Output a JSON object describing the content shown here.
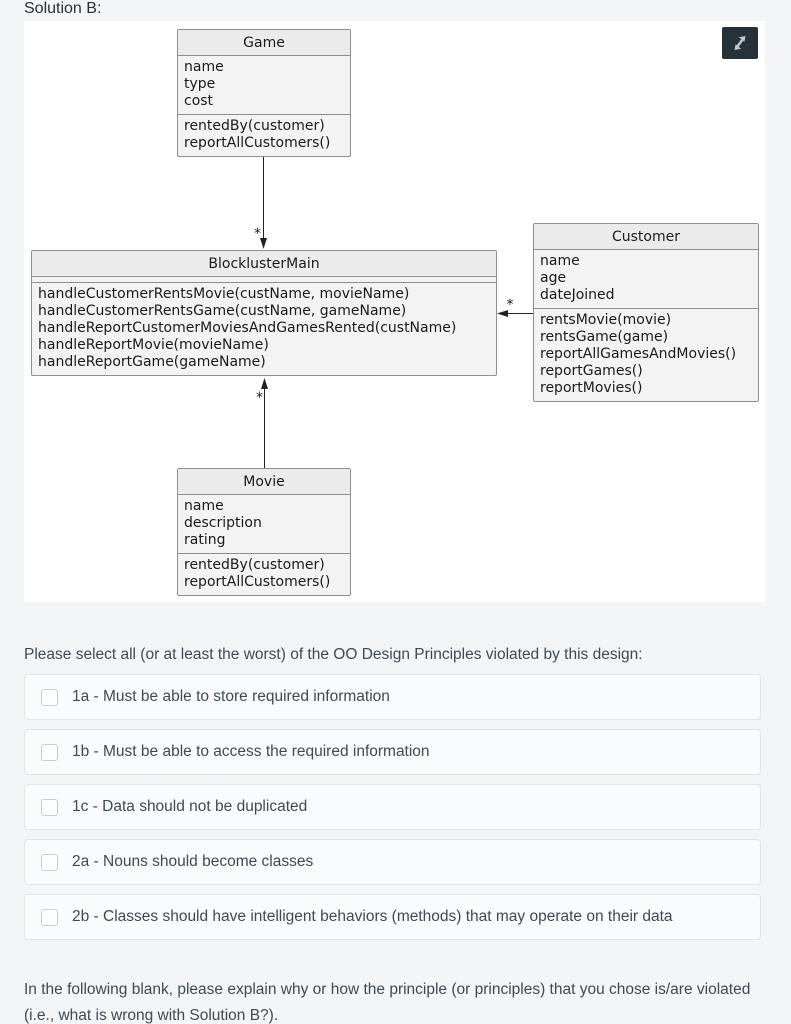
{
  "page": {
    "title": "Solution B:"
  },
  "diagram": {
    "expand_button": "expand-diagram",
    "classes": [
      {
        "name": "Game",
        "attributes": [
          "name",
          "type",
          "cost"
        ],
        "methods": [
          "rentedBy(customer)",
          "reportAllCustomers()"
        ]
      },
      {
        "name": "BlocklusterMain",
        "attributes": [],
        "methods": [
          "handleCustomerRentsMovie(custName, movieName)",
          "handleCustomerRentsGame(custName, gameName)",
          "handleReportCustomerMoviesAndGamesRented(custName)",
          "handleReportMovie(movieName)",
          "handleReportGame(gameName)"
        ]
      },
      {
        "name": "Customer",
        "attributes": [
          "name",
          "age",
          "dateJoined"
        ],
        "methods": [
          "rentsMovie(movie)",
          "rentsGame(game)",
          "reportAllGamesAndMovies()",
          "reportGames()",
          "reportMovies()"
        ]
      },
      {
        "name": "Movie",
        "attributes": [
          "name",
          "description",
          "rating"
        ],
        "methods": [
          "rentedBy(customer)",
          "reportAllCustomers()"
        ]
      }
    ],
    "associations": [
      {
        "from": "Game",
        "to": "BlocklusterMain",
        "multiplicity": "*"
      },
      {
        "from": "Customer",
        "to": "BlocklusterMain",
        "multiplicity": "*"
      },
      {
        "from": "Movie",
        "to": "BlocklusterMain",
        "multiplicity": "*"
      }
    ],
    "colors": {
      "expand_button_bg": "#263238",
      "box_fill": "#f3f3f3",
      "box_header_fill": "#ebebeb",
      "box_border": "#8f8f8f"
    }
  },
  "question": {
    "prompt": "Please select all (or at least the worst) of the OO Design Principles violated by this design:",
    "options": [
      {
        "label": "1a - Must be able to store required information",
        "checked": false
      },
      {
        "label": "1b - Must be able to access the required information",
        "checked": false
      },
      {
        "label": "1c - Data should not be duplicated",
        "checked": false
      },
      {
        "label": "2a - Nouns should become classes",
        "checked": false
      },
      {
        "label": "2b - Classes should have intelligent behaviors (methods) that may operate on their data",
        "checked": false
      }
    ],
    "followup": "In the following blank, please explain why or how the principle (or principles) that you chose is/are violated (i.e., what is wrong with Solution B?)."
  }
}
